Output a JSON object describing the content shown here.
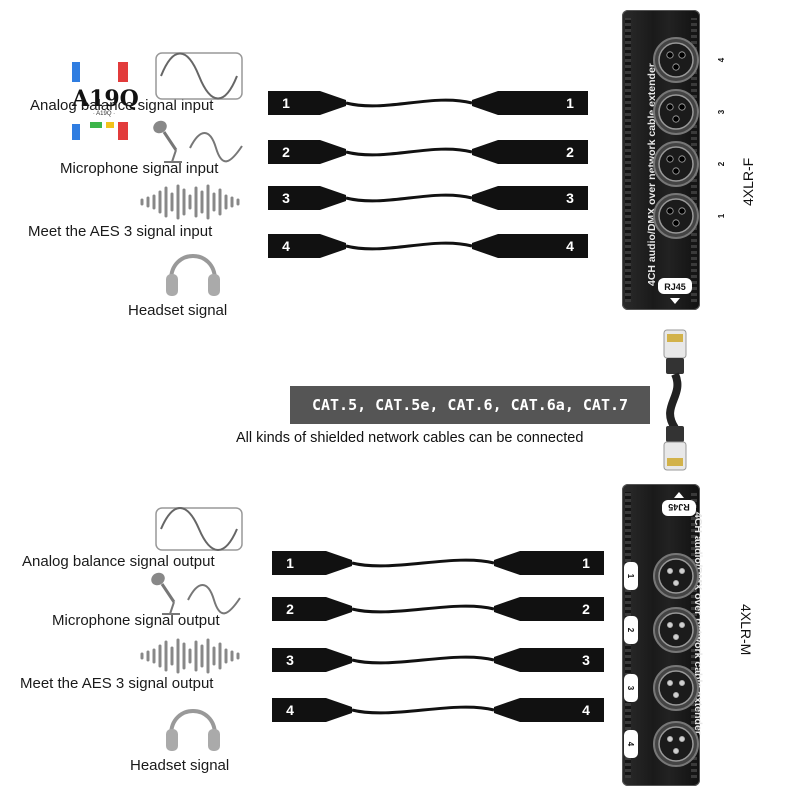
{
  "logo": {
    "text": "A19Q",
    "sub": "· A19Q ·",
    "colors": [
      "#2f7de1",
      "#e23b3b",
      "#f2c21b",
      "#3cb54a"
    ]
  },
  "top": {
    "labels": [
      "Analog balance signal input",
      "Microphone signal input",
      "Meet the AES 3 signal input",
      "Headset signal"
    ],
    "cables": [
      "1",
      "2",
      "3",
      "4"
    ],
    "device": {
      "title": "4CH audio/DMX over network cable extender",
      "model": "4XLR-F",
      "port": "RJ45",
      "channels": [
        "4",
        "3",
        "2",
        "1"
      ]
    }
  },
  "middle": {
    "cable_types": "CAT.5, CAT.5e, CAT.6, CAT.6a, CAT.7",
    "note": "All kinds of shielded network cables can be connected"
  },
  "bottom": {
    "labels": [
      "Analog balance signal output",
      "Microphone signal output",
      "Meet the AES 3 signal output",
      "Headset signal"
    ],
    "cables": [
      "1",
      "2",
      "3",
      "4"
    ],
    "device": {
      "title": "4CH audio/DMX over network cable extender",
      "model": "4XLR-M",
      "port": "RJ45",
      "channels": [
        "1",
        "2",
        "3",
        "4"
      ]
    }
  }
}
